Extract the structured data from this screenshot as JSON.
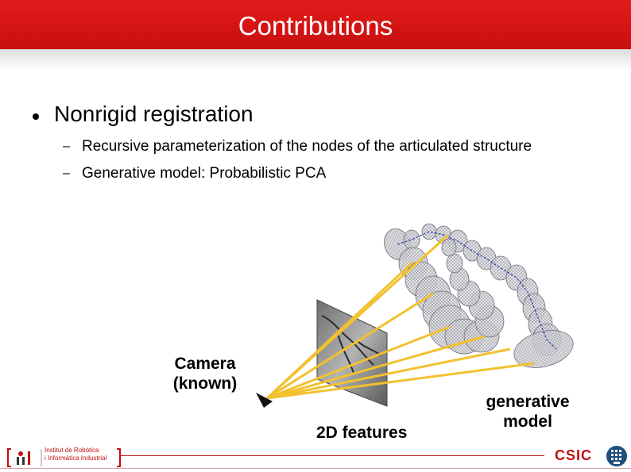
{
  "slide": {
    "title": "Contributions",
    "bullet": "Nonrigid registration",
    "sub_bullets": [
      "Recursive parameterization of the nodes of the articulated structure",
      "Generative model: Probabilistic PCA"
    ],
    "dash_glyph": "–"
  },
  "figure": {
    "camera_label_line1": "Camera",
    "camera_label_line2": "(known)",
    "features_label": "2D features",
    "model_label_line1": "generative",
    "model_label_line2": "model",
    "ray_color": "#f2c12e"
  },
  "footer": {
    "left_logo_line1": "Institut de Robòtica",
    "left_logo_line2": "i Informàtica Industrial",
    "right_logo": "CSIC"
  },
  "colors": {
    "title_bar": "#d81616",
    "title_text": "#ffffff",
    "footer_red": "#b90f0f"
  }
}
